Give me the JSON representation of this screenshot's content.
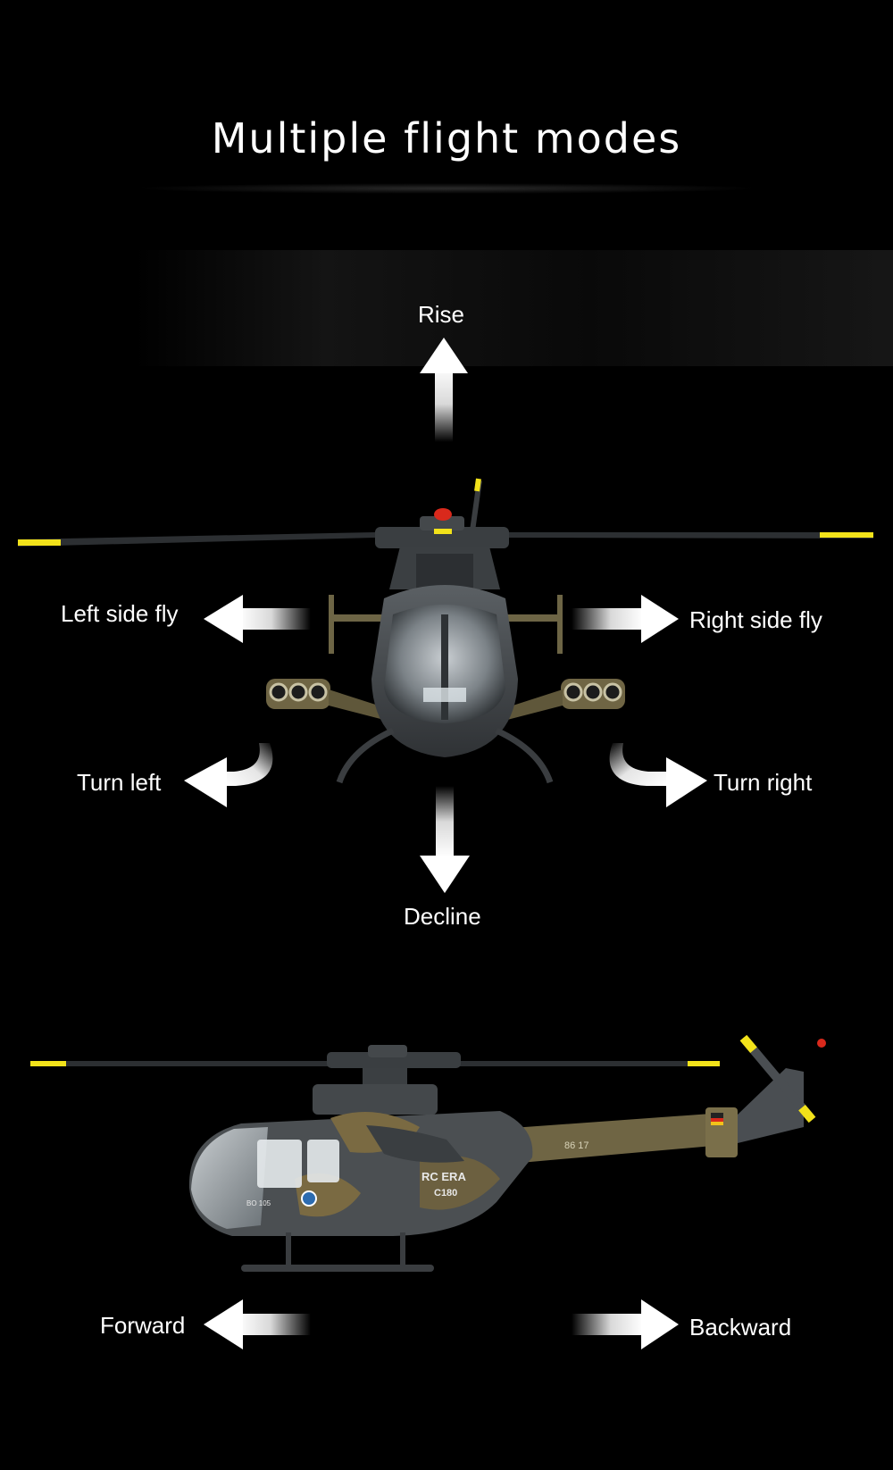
{
  "title": "Multiple flight modes",
  "modes": {
    "rise": "Rise",
    "decline": "Decline",
    "left_side_fly": "Left side fly",
    "right_side_fly": "Right side fly",
    "turn_left": "Turn left",
    "turn_right": "Turn right",
    "forward": "Forward",
    "backward": "Backward"
  },
  "helicopter_side_markings": {
    "brand": "RC ERA",
    "model": "C180",
    "type": "BO 105",
    "tail_number": "86 17"
  },
  "colors": {
    "background": "#000000",
    "arrow": "#ffffff",
    "blade_tip": "#f2e21a",
    "fuselage_grey": "#4a4e52",
    "camo_olive": "#7a6a42"
  }
}
